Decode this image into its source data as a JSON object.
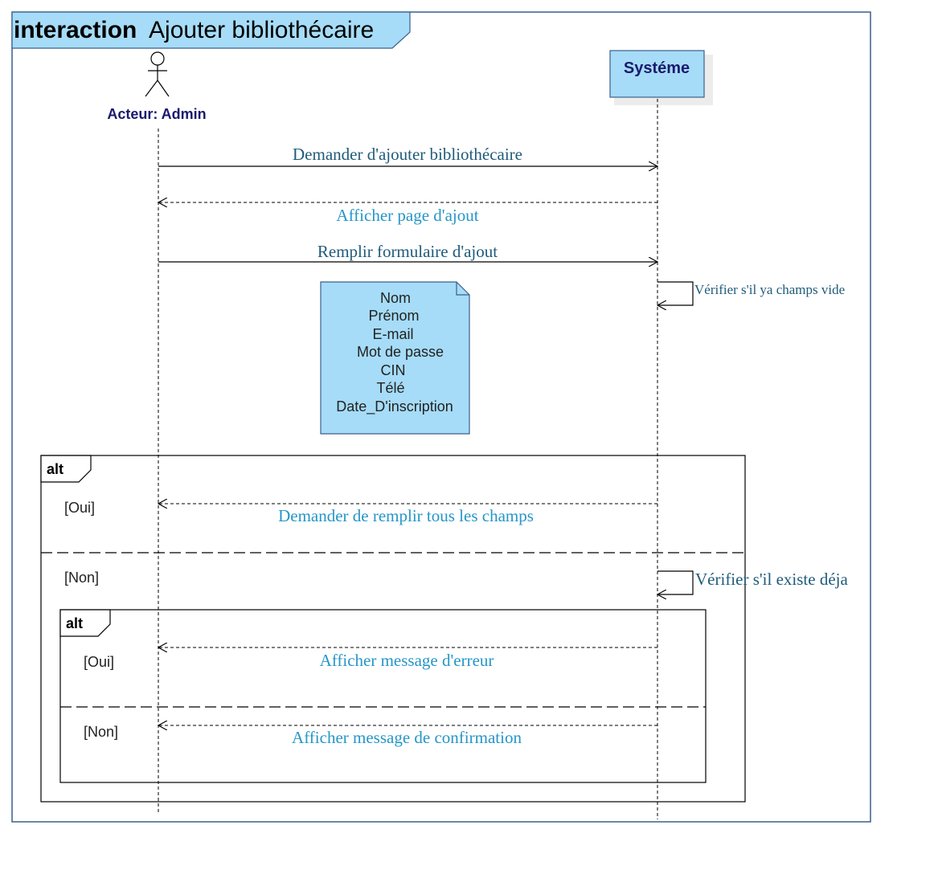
{
  "colors": {
    "frame_border": "#3b5f8a",
    "title_fill": "#a6dcf7",
    "note_fill": "#a6dcf7",
    "system_fill": "#a6dcf7",
    "system_text": "#1a1a6e",
    "actor_text": "#1a1a6e",
    "message_dark": "#1f5b7a",
    "message_light": "#2596c8",
    "line": "#000000"
  },
  "frame": {
    "keyword": "interaction",
    "title": "Ajouter bibliothécaire"
  },
  "actor": {
    "label": "Acteur: Admin",
    "icon": "stick-figure-icon"
  },
  "system": {
    "label": "Systéme"
  },
  "messages": {
    "m1": "Demander d'ajouter bibliothécaire",
    "m2": "Afficher page d'ajout",
    "m3": "Remplir formulaire d'ajout",
    "self1": "Vérifier s'il ya champs vide",
    "m4": "Demander de remplir tous les champs",
    "self2": "Vérifier s'il existe déja",
    "m5": "Afficher message d'erreur",
    "m6": "Afficher message de confirmation"
  },
  "note": {
    "lines": [
      "Nom",
      "Prénom",
      "E-mail",
      "Mot de passe",
      "CIN",
      "Télé",
      "Date_D'inscription"
    ]
  },
  "alt_outer": {
    "label": "alt",
    "guard_yes": "[Oui]",
    "guard_no": "[Non]"
  },
  "alt_inner": {
    "label": "alt",
    "guard_yes": "[Oui]",
    "guard_no": "[Non]"
  }
}
